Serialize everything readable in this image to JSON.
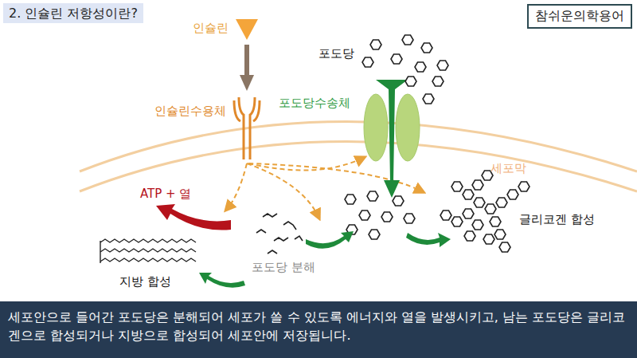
{
  "diagram": {
    "title": "2. 인슐린 저항성이란?",
    "caption": "세포안으로 들어간 포도당은 분해되어 세포가 쓸 수 있도록 에너지와 열을 발생시키고, 남는 포도당은 글리코겐으로 합성되거나 지방으로 합성되어 세포안에 저장됩니다.",
    "nodes": [
      {
        "text": [
          "참쉬운의학용어"
        ]
      }
    ],
    "labels": [
      "인슐린",
      "포도당",
      "인슐린수용체",
      "포도당수송체",
      "세포막",
      "ATP + 열",
      "글리코겐 합성",
      "지방 합성",
      "포도당 분해"
    ]
  }
}
